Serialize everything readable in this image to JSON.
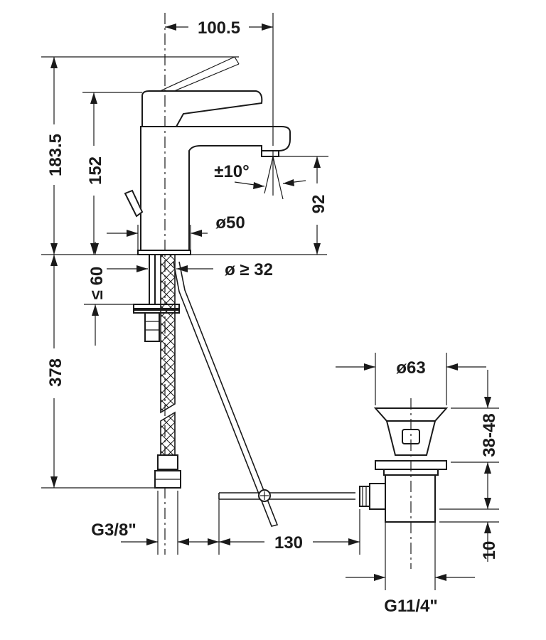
{
  "dimensions": {
    "spout_reach": "100.5",
    "total_height": "183.5",
    "spout_height": "152",
    "spout_angle": "±10°",
    "spout_clearance": "92",
    "base_diameter": "ø50",
    "hole_diameter": "ø ≥ 32",
    "deck_thickness": "≤ 60",
    "hose_length": "378",
    "hose_thread": "G3/8\"",
    "rod_length": "130",
    "waste_diameter": "ø63",
    "waste_range": "38-48",
    "waste_offset": "10",
    "waste_thread": "G11/4\""
  },
  "colors": {
    "line": "#1a1a1a",
    "background": "#ffffff"
  }
}
